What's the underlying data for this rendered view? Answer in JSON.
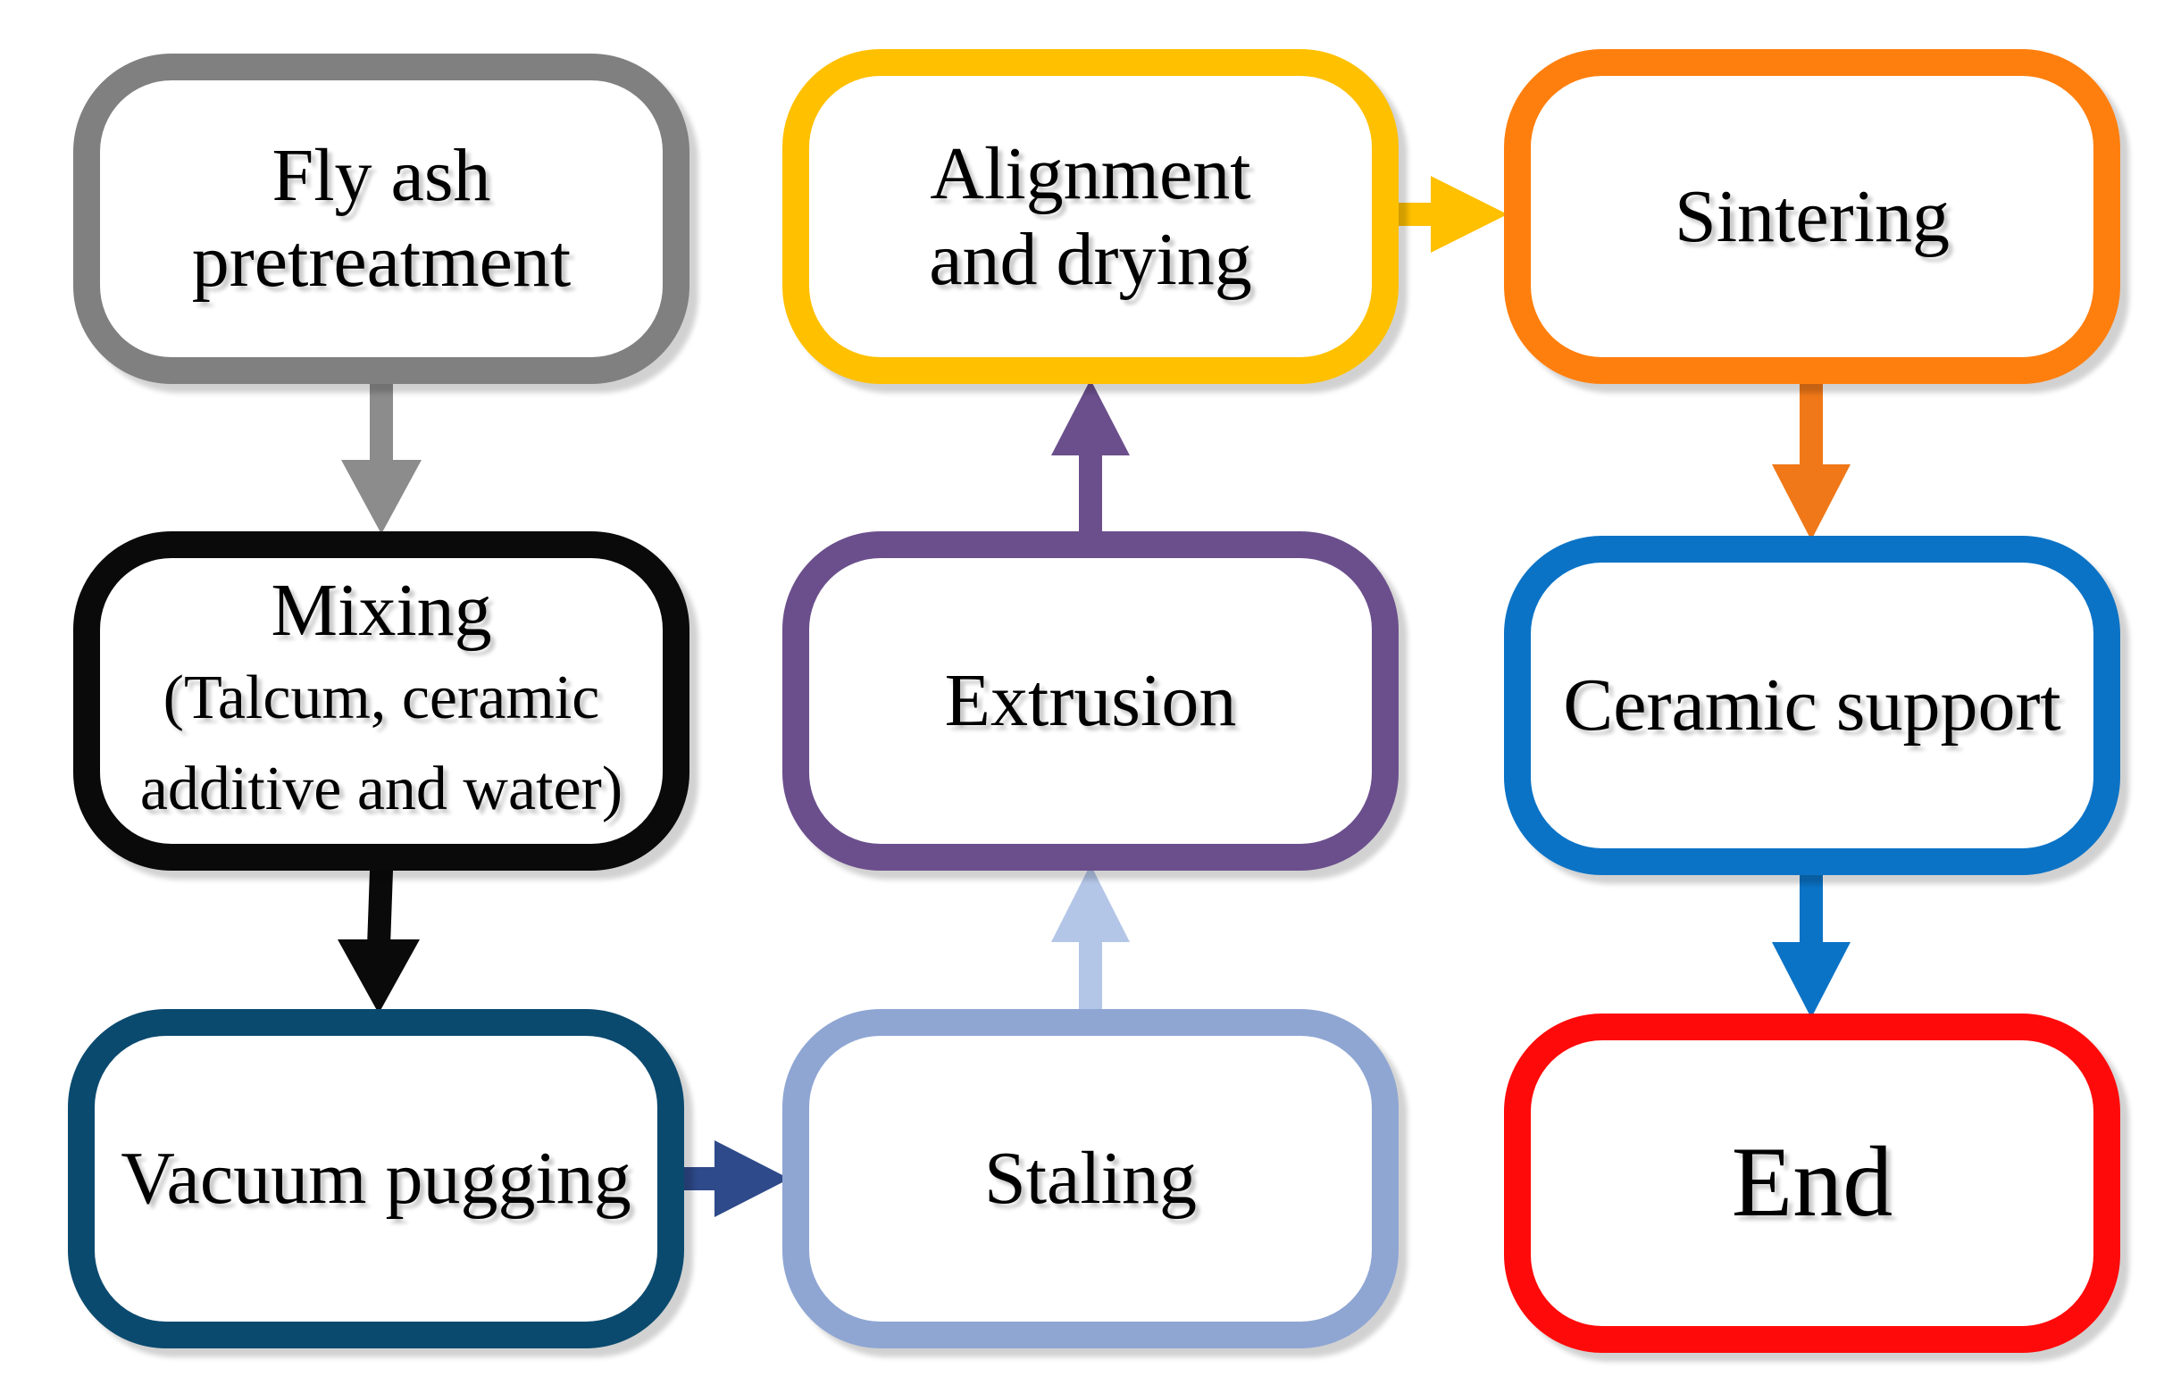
{
  "steps": {
    "pretreatment": {
      "lines": [
        "Fly ash",
        "pretreatment"
      ],
      "color": "#808080"
    },
    "mixing": {
      "lines": [
        "Mixing",
        "(Talcum, ceramic",
        "additive and water)"
      ],
      "color": "#0a0a0a"
    },
    "vacuum_pugging": {
      "lines": [
        "Vacuum pugging"
      ],
      "color": "#0b4a6f"
    },
    "staling": {
      "lines": [
        "Staling"
      ],
      "color": "#8fa6d3"
    },
    "extrusion": {
      "lines": [
        "Extrusion"
      ],
      "color": "#6b4f8c"
    },
    "alignment_drying": {
      "lines": [
        "Alignment",
        "and drying"
      ],
      "color": "#ffc000"
    },
    "sintering": {
      "lines": [
        "Sintering"
      ],
      "color": "#ff7f0e"
    },
    "ceramic_support": {
      "lines": [
        "Ceramic support"
      ],
      "color": "#0b73c6"
    },
    "end": {
      "lines": [
        "End"
      ],
      "color": "#ff0a0a"
    }
  },
  "connections": [
    {
      "from": "pretreatment",
      "to": "mixing",
      "color": "#8c8c8c"
    },
    {
      "from": "mixing",
      "to": "vacuum_pugging",
      "color": "#0a0a0a"
    },
    {
      "from": "vacuum_pugging",
      "to": "staling",
      "color": "#2e4a8a"
    },
    {
      "from": "staling",
      "to": "extrusion",
      "color": "#b4c6e7"
    },
    {
      "from": "extrusion",
      "to": "alignment_drying",
      "color": "#6b4f8c"
    },
    {
      "from": "alignment_drying",
      "to": "sintering",
      "color": "#ffc000"
    },
    {
      "from": "sintering",
      "to": "ceramic_support",
      "color": "#f07818"
    },
    {
      "from": "ceramic_support",
      "to": "end",
      "color": "#0b73c6"
    }
  ]
}
